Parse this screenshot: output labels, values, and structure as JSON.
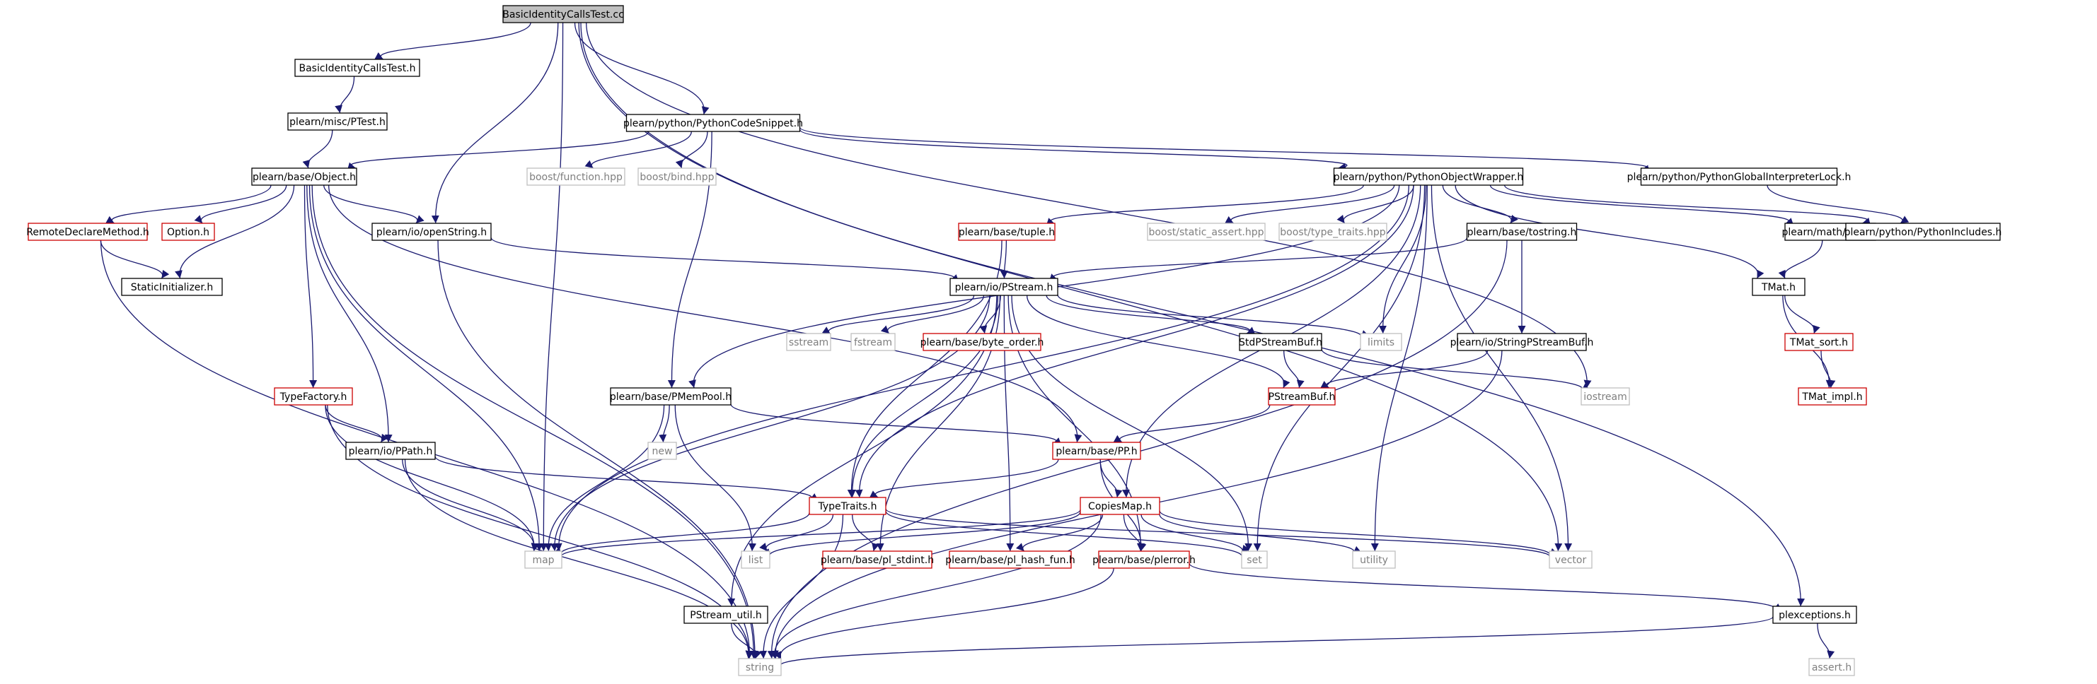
{
  "colors": {
    "edge": "#191970",
    "border_normal": "#000000",
    "border_template": "#cc0000",
    "border_external": "#bfbfbf",
    "root_fill": "#bfbfbf",
    "text_normal": "#000000",
    "text_template": "#cc0000",
    "text_external": "#7f7f7f"
  },
  "nodes": [
    {
      "id": "root",
      "label": "BasicIdentityCallsTest.cc",
      "kind": "root"
    },
    {
      "id": "bict_h",
      "label": "BasicIdentityCallsTest.h",
      "kind": "normal"
    },
    {
      "id": "ptest",
      "label": "plearn/misc/PTest.h",
      "kind": "normal"
    },
    {
      "id": "pycode",
      "label": "plearn/python/PythonCodeSnippet.h",
      "kind": "normal"
    },
    {
      "id": "object",
      "label": "plearn/base/Object.h",
      "kind": "normal"
    },
    {
      "id": "boostfunc",
      "label": "boost/function.hpp",
      "kind": "external"
    },
    {
      "id": "boostbind",
      "label": "boost/bind.hpp",
      "kind": "external"
    },
    {
      "id": "pyobjwrap",
      "label": "plearn/python/PythonObjectWrapper.h",
      "kind": "normal"
    },
    {
      "id": "pygil",
      "label": "plearn/python/PythonGlobalInterpreterLock.h",
      "kind": "normal"
    },
    {
      "id": "remotedecl",
      "label": "RemoteDeclareMethod.h",
      "kind": "template"
    },
    {
      "id": "option",
      "label": "Option.h",
      "kind": "template"
    },
    {
      "id": "openstring",
      "label": "plearn/io/openString.h",
      "kind": "normal"
    },
    {
      "id": "tuple",
      "label": "plearn/base/tuple.h",
      "kind": "template"
    },
    {
      "id": "staticassert",
      "label": "boost/static_assert.hpp",
      "kind": "external"
    },
    {
      "id": "typetraitshpp",
      "label": "boost/type_traits.hpp",
      "kind": "external"
    },
    {
      "id": "tostring",
      "label": "plearn/base/tostring.h",
      "kind": "normal"
    },
    {
      "id": "tvec",
      "label": "plearn/math/TVec.h",
      "kind": "normal"
    },
    {
      "id": "pyincludes",
      "label": "plearn/python/PythonIncludes.h",
      "kind": "normal"
    },
    {
      "id": "staticinit",
      "label": "StaticInitializer.h",
      "kind": "normal"
    },
    {
      "id": "pstream",
      "label": "plearn/io/PStream.h",
      "kind": "normal"
    },
    {
      "id": "tmat",
      "label": "TMat.h",
      "kind": "normal"
    },
    {
      "id": "sstream",
      "label": "sstream",
      "kind": "external"
    },
    {
      "id": "fstream",
      "label": "fstream",
      "kind": "external"
    },
    {
      "id": "byteorder",
      "label": "plearn/base/byte_order.h",
      "kind": "template"
    },
    {
      "id": "stdpsbuf",
      "label": "StdPStreamBuf.h",
      "kind": "normal"
    },
    {
      "id": "limits",
      "label": "limits",
      "kind": "external"
    },
    {
      "id": "strpsbuf",
      "label": "plearn/io/StringPStreamBuf.h",
      "kind": "normal"
    },
    {
      "id": "tmatsort",
      "label": "TMat_sort.h",
      "kind": "template"
    },
    {
      "id": "typefactory",
      "label": "TypeFactory.h",
      "kind": "template"
    },
    {
      "id": "pmempool",
      "label": "plearn/base/PMemPool.h",
      "kind": "normal"
    },
    {
      "id": "psbuf",
      "label": "PStreamBuf.h",
      "kind": "template"
    },
    {
      "id": "iostream",
      "label": "iostream",
      "kind": "external"
    },
    {
      "id": "tmatimpl",
      "label": "TMat_impl.h",
      "kind": "template"
    },
    {
      "id": "ppath",
      "label": "plearn/io/PPath.h",
      "kind": "normal"
    },
    {
      "id": "new",
      "label": "new",
      "kind": "external"
    },
    {
      "id": "pp",
      "label": "plearn/base/PP.h",
      "kind": "template"
    },
    {
      "id": "typetraits",
      "label": "TypeTraits.h",
      "kind": "template"
    },
    {
      "id": "copiesmap",
      "label": "CopiesMap.h",
      "kind": "template"
    },
    {
      "id": "map",
      "label": "map",
      "kind": "external"
    },
    {
      "id": "list",
      "label": "list",
      "kind": "external"
    },
    {
      "id": "plstdint",
      "label": "plearn/base/pl_stdint.h",
      "kind": "template"
    },
    {
      "id": "plhashfun",
      "label": "plearn/base/pl_hash_fun.h",
      "kind": "template"
    },
    {
      "id": "plerror",
      "label": "plearn/base/plerror.h",
      "kind": "template"
    },
    {
      "id": "set",
      "label": "set",
      "kind": "external"
    },
    {
      "id": "utility",
      "label": "utility",
      "kind": "external"
    },
    {
      "id": "vector",
      "label": "vector",
      "kind": "external"
    },
    {
      "id": "pstreamutil",
      "label": "PStream_util.h",
      "kind": "normal"
    },
    {
      "id": "plexceptions",
      "label": "plexceptions.h",
      "kind": "normal"
    },
    {
      "id": "string",
      "label": "string",
      "kind": "external"
    },
    {
      "id": "asserth",
      "label": "assert.h",
      "kind": "external"
    }
  ],
  "edges": [
    [
      "root",
      "bict_h"
    ],
    [
      "root",
      "pycode"
    ],
    [
      "root",
      "openstring"
    ],
    [
      "root",
      "map"
    ],
    [
      "root",
      "iostream"
    ],
    [
      "root",
      "vector"
    ],
    [
      "root",
      "plexceptions"
    ],
    [
      "bict_h",
      "ptest"
    ],
    [
      "ptest",
      "object"
    ],
    [
      "pycode",
      "object"
    ],
    [
      "pycode",
      "boostfunc"
    ],
    [
      "pycode",
      "boostbind"
    ],
    [
      "pycode",
      "pyobjwrap"
    ],
    [
      "pycode",
      "pygil"
    ],
    [
      "pycode",
      "pmempool"
    ],
    [
      "object",
      "remotedecl"
    ],
    [
      "object",
      "option"
    ],
    [
      "object",
      "openstring"
    ],
    [
      "object",
      "staticinit"
    ],
    [
      "object",
      "typefactory"
    ],
    [
      "object",
      "ppath"
    ],
    [
      "object",
      "pp"
    ],
    [
      "object",
      "map"
    ],
    [
      "object",
      "string"
    ],
    [
      "remotedecl",
      "staticinit"
    ],
    [
      "remotedecl",
      "string"
    ],
    [
      "openstring",
      "pstream"
    ],
    [
      "openstring",
      "string"
    ],
    [
      "pyobjwrap",
      "tuple"
    ],
    [
      "pyobjwrap",
      "staticassert"
    ],
    [
      "pyobjwrap",
      "typetraitshpp"
    ],
    [
      "pyobjwrap",
      "tostring"
    ],
    [
      "pyobjwrap",
      "tvec"
    ],
    [
      "pyobjwrap",
      "pyincludes"
    ],
    [
      "pyobjwrap",
      "tmat"
    ],
    [
      "pyobjwrap",
      "limits"
    ],
    [
      "pyobjwrap",
      "pmempool"
    ],
    [
      "pyobjwrap",
      "typetraits"
    ],
    [
      "pyobjwrap",
      "copiesmap"
    ],
    [
      "pyobjwrap",
      "map"
    ],
    [
      "pyobjwrap",
      "set"
    ],
    [
      "pyobjwrap",
      "utility"
    ],
    [
      "pyobjwrap",
      "vector"
    ],
    [
      "pygil",
      "pyincludes"
    ],
    [
      "tuple",
      "pstream"
    ],
    [
      "tuple",
      "typetraits"
    ],
    [
      "tostring",
      "pstream"
    ],
    [
      "tostring",
      "strpsbuf"
    ],
    [
      "tostring",
      "string"
    ],
    [
      "tvec",
      "tmat"
    ],
    [
      "pstream",
      "sstream"
    ],
    [
      "pstream",
      "fstream"
    ],
    [
      "pstream",
      "byteorder"
    ],
    [
      "pstream",
      "stdpsbuf"
    ],
    [
      "pstream",
      "limits"
    ],
    [
      "pstream",
      "psbuf"
    ],
    [
      "pstream",
      "pstreamutil"
    ],
    [
      "pstream",
      "typetraits"
    ],
    [
      "pstream",
      "plstdint"
    ],
    [
      "pstream",
      "plhashfun"
    ],
    [
      "pstream",
      "plerror"
    ],
    [
      "pstream",
      "set"
    ],
    [
      "pstream",
      "map"
    ],
    [
      "tmat",
      "tmatsort"
    ],
    [
      "tmat",
      "tmatimpl"
    ],
    [
      "tmatsort",
      "tmatimpl"
    ],
    [
      "stdpsbuf",
      "psbuf"
    ],
    [
      "stdpsbuf",
      "iostream"
    ],
    [
      "strpsbuf",
      "psbuf"
    ],
    [
      "strpsbuf",
      "string"
    ],
    [
      "psbuf",
      "pp"
    ],
    [
      "typefactory",
      "ppath"
    ],
    [
      "typefactory",
      "map"
    ],
    [
      "typefactory",
      "string"
    ],
    [
      "pmempool",
      "new"
    ],
    [
      "pmempool",
      "list"
    ],
    [
      "pmempool",
      "pp"
    ],
    [
      "pmempool",
      "map"
    ],
    [
      "ppath",
      "typetraits"
    ],
    [
      "ppath",
      "map"
    ],
    [
      "ppath",
      "string"
    ],
    [
      "pp",
      "typetraits"
    ],
    [
      "pp",
      "copiesmap"
    ],
    [
      "pp",
      "plerror"
    ],
    [
      "typetraits",
      "map"
    ],
    [
      "typetraits",
      "list"
    ],
    [
      "typetraits",
      "plstdint"
    ],
    [
      "typetraits",
      "set"
    ],
    [
      "typetraits",
      "string"
    ],
    [
      "typetraits",
      "vector"
    ],
    [
      "copiesmap",
      "map"
    ],
    [
      "copiesmap",
      "list"
    ],
    [
      "copiesmap",
      "plhashfun"
    ],
    [
      "copiesmap",
      "plerror"
    ],
    [
      "copiesmap",
      "set"
    ],
    [
      "copiesmap",
      "utility"
    ],
    [
      "copiesmap",
      "vector"
    ],
    [
      "copiesmap",
      "string"
    ],
    [
      "plerror",
      "plexceptions"
    ],
    [
      "plerror",
      "string"
    ],
    [
      "pstreamutil",
      "string"
    ],
    [
      "plexceptions",
      "string"
    ],
    [
      "plexceptions",
      "asserth"
    ]
  ]
}
